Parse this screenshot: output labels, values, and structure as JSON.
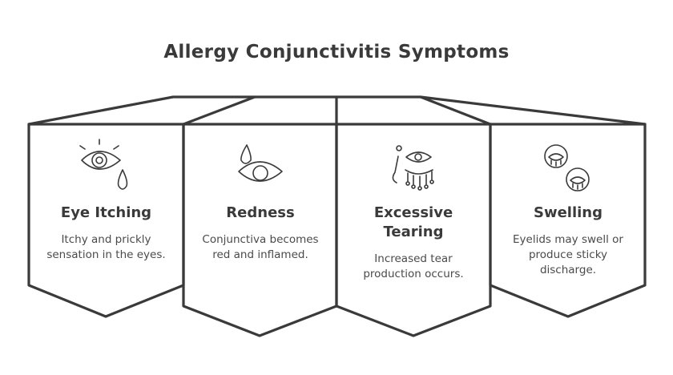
{
  "title": "Allergy Conjunctivitis Symptoms",
  "panels": [
    {
      "title": "Eye Itching",
      "description": "Itchy and prickly sensation in the eyes.",
      "icon": "itchy-eye-icon"
    },
    {
      "title": "Redness",
      "description": "Conjunctiva becomes red and inflamed.",
      "icon": "red-eye-drop-icon"
    },
    {
      "title": "Excessive Tearing",
      "description": "Increased tear production occurs.",
      "icon": "tearing-eye-icon"
    },
    {
      "title": "Swelling",
      "description": "Eyelids may swell or produce sticky discharge.",
      "icon": "swollen-eyelids-icon"
    }
  ],
  "colors": {
    "stroke": "#3a3a3a",
    "text": "#3a3a3a",
    "background": "#ffffff"
  }
}
